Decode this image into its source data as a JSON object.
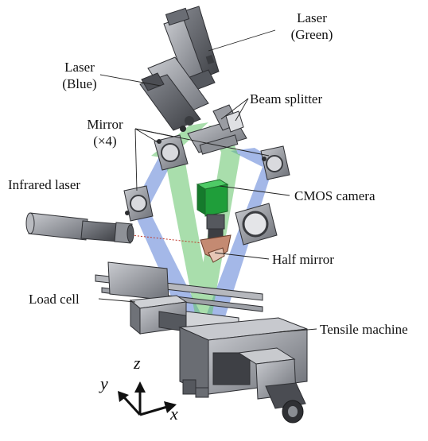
{
  "labels": {
    "laser_green_1": "Laser",
    "laser_green_2": "(Green)",
    "laser_blue_1": "Laser",
    "laser_blue_2": "(Blue)",
    "beam_splitter": "Beam splitter",
    "mirror_1": "Mirror",
    "mirror_2": "(×4)",
    "infrared_laser": "Infrared laser",
    "cmos_camera": "CMOS camera",
    "half_mirror": "Half mirror",
    "load_cell": "Load cell",
    "tensile_machine": "Tensile machine"
  },
  "axes": {
    "x": "x",
    "y": "y",
    "z": "z"
  },
  "colors": {
    "blue_beam": "#5b7fd6",
    "green_beam": "#64c46a",
    "camera_green": "#1f9e3a",
    "metal": "#7d8088",
    "metal_dark": "#4a4c52",
    "metal_light": "#b7b9bf"
  }
}
